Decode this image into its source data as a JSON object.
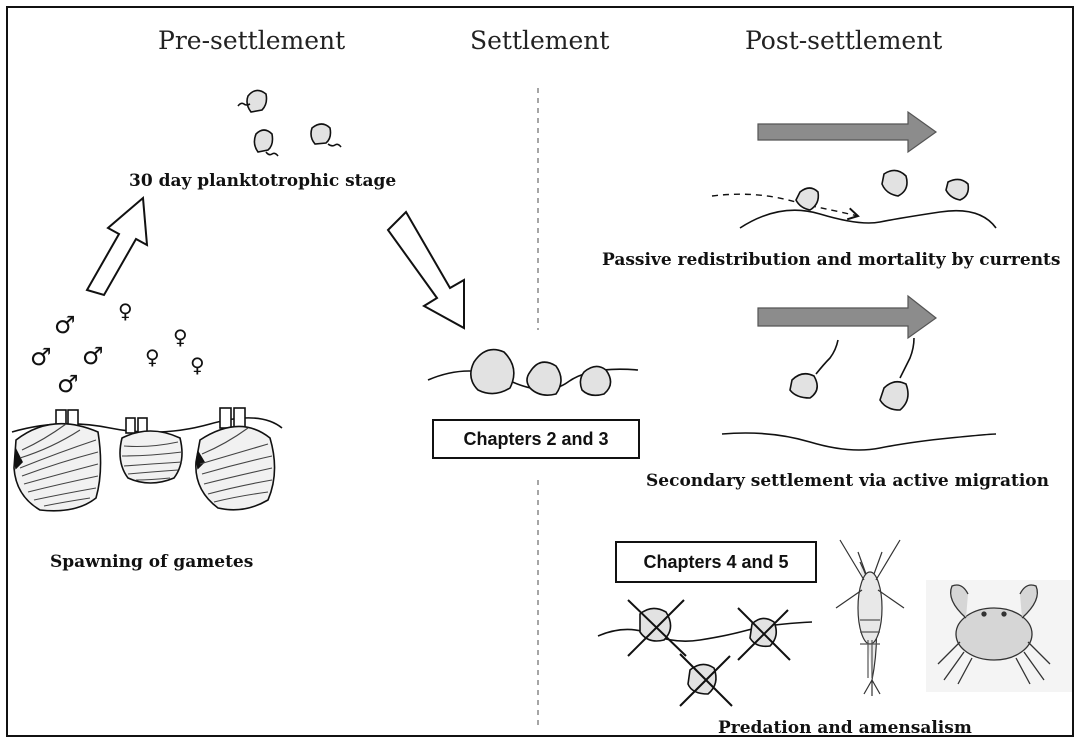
{
  "headers": {
    "pre": "Pre-settlement",
    "settle": "Settlement",
    "post": "Post-settlement"
  },
  "captions": {
    "plankton": "30 day planktotrophic stage",
    "spawning": "Spawning of gametes",
    "passive": "Passive redistribution and mortality by currents",
    "secondary": "Secondary settlement via  active migration",
    "predation": "Predation and amensalism"
  },
  "chapters": {
    "ch23": "Chapters 2 and 3",
    "ch45": "Chapters 4 and 5"
  },
  "symbols": {
    "male": "♂",
    "female": "♀"
  },
  "colors": {
    "larva_fill": "#e2e2e2",
    "current_arrow": "#8c8c8c",
    "outline": "#111111"
  }
}
